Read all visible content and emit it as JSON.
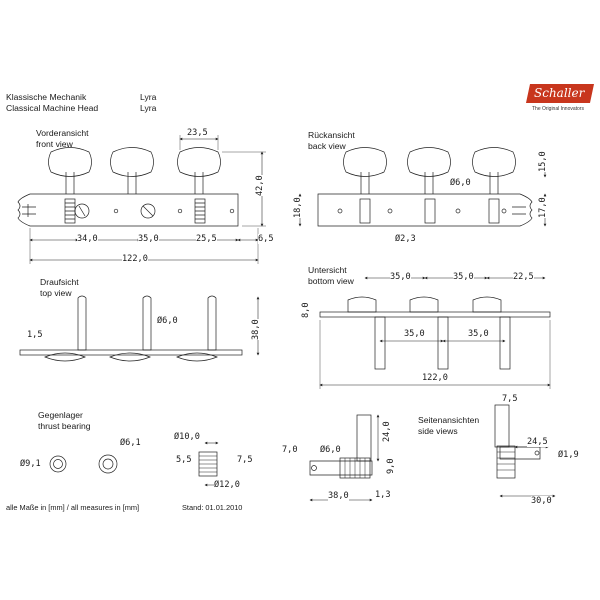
{
  "header": {
    "title_de": "Klassische Mechanik",
    "title_en": "Classical Machine Head",
    "model_1": "Lyra",
    "model_2": "Lyra"
  },
  "logo": {
    "brand": "Schaller",
    "tagline": "The Original Innovators"
  },
  "views": {
    "front_de": "Vorderansicht",
    "front_en": "front view",
    "back_de": "Rückansicht",
    "back_en": "back view",
    "top_de": "Draufsicht",
    "top_en": "top view",
    "bottom_de": "Untersicht",
    "bottom_en": "bottom view",
    "thrust_de": "Gegenlager",
    "thrust_en": "thrust bearing",
    "side_de": "Seitenansichten",
    "side_en": "side views"
  },
  "dims": {
    "front": {
      "knob_w": "23,5",
      "height": "42,0",
      "d1": "34,0",
      "d2": "35,0",
      "d3": "25,5",
      "d4": "6,5",
      "total": "122,0"
    },
    "back": {
      "knob_h": "15,0",
      "shaft": "Ø6,0",
      "h1": "18,0",
      "h2": "17,0",
      "hole": "Ø2,3"
    },
    "top": {
      "thick": "1,5",
      "shaft": "Ø6,0",
      "height": "38,0"
    },
    "bottom": {
      "edge": "8,0",
      "s1": "35,0",
      "s2": "35,0",
      "s3": "22,5",
      "s4": "35,0",
      "s5": "35,0",
      "total": "122,0"
    },
    "thrust": {
      "outer": "Ø9,1",
      "inner": "Ø6,1",
      "top": "Ø10,0",
      "h1": "5,5",
      "h2": "7,5",
      "bottom": "Ø12,0"
    },
    "side1": {
      "d1": "7,0",
      "shaft": "Ø6,0",
      "h": "24,0",
      "w": "9,0",
      "len": "38,0",
      "plate": "1,3"
    },
    "side2": {
      "top": "7,5",
      "w": "24,5",
      "hole": "Ø1,9",
      "len": "30,0"
    }
  },
  "footer": {
    "measures": "alle Maße in [mm] / all measures in [mm]",
    "stand": "Stand: 01.01.2010"
  }
}
